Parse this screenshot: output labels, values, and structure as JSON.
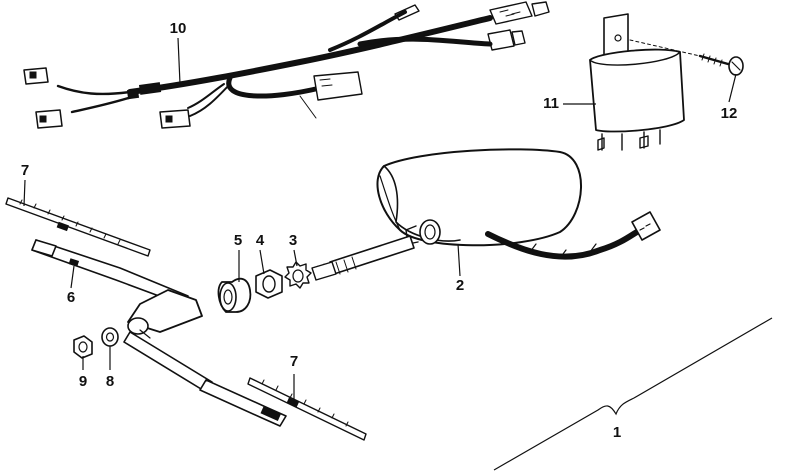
{
  "diagram": {
    "callouts": [
      {
        "id": "part-1",
        "label": "1"
      },
      {
        "id": "part-2",
        "label": "2"
      },
      {
        "id": "part-3",
        "label": "3"
      },
      {
        "id": "part-4",
        "label": "4"
      },
      {
        "id": "part-5",
        "label": "5"
      },
      {
        "id": "part-6",
        "label": "6"
      },
      {
        "id": "part-7a",
        "label": "7"
      },
      {
        "id": "part-7b",
        "label": "7"
      },
      {
        "id": "part-8",
        "label": "8"
      },
      {
        "id": "part-9",
        "label": "9"
      },
      {
        "id": "part-10",
        "label": "10"
      },
      {
        "id": "part-11",
        "label": "11"
      },
      {
        "id": "part-12",
        "label": "12"
      }
    ],
    "ink_color": "#111111",
    "background_color": "#ffffff"
  }
}
